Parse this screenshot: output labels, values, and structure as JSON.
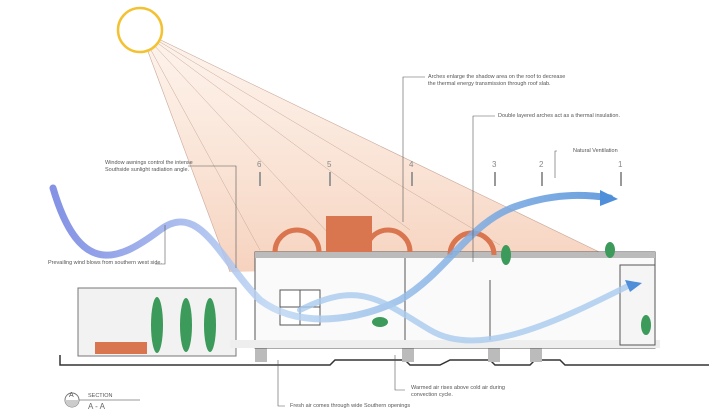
{
  "annotations": {
    "arches_shadow": "Arches enlarge the shadow area on the roof to decrease",
    "arches_shadow_2": "the thermal energy transmission through roof slab.",
    "double_arches": "Double layered arches act as a thermal insulation.",
    "natural_ventilation": "Natural Ventilation",
    "window_awnings": "Window awnings control the intense",
    "window_awnings_2": "Southside sunlight radiation angle.",
    "prevailing_wind": "Prevailing wind blows from southern west side.",
    "warmed_air": "Warmed air rises above cold air during",
    "warmed_air_2": "convection cycle.",
    "fresh_air": "Fresh air comes through wide Southern openings"
  },
  "grid_markers": [
    "6",
    "5",
    "4",
    "3",
    "2",
    "1"
  ],
  "section": {
    "symbol": "A",
    "title": "SECTION",
    "name": "A - A"
  },
  "colors": {
    "sun": "#f3c233",
    "rays": "#f6d3c0",
    "wind": "#6f86e0",
    "brick": "#d9754f",
    "tree": "#3c9a5a"
  }
}
